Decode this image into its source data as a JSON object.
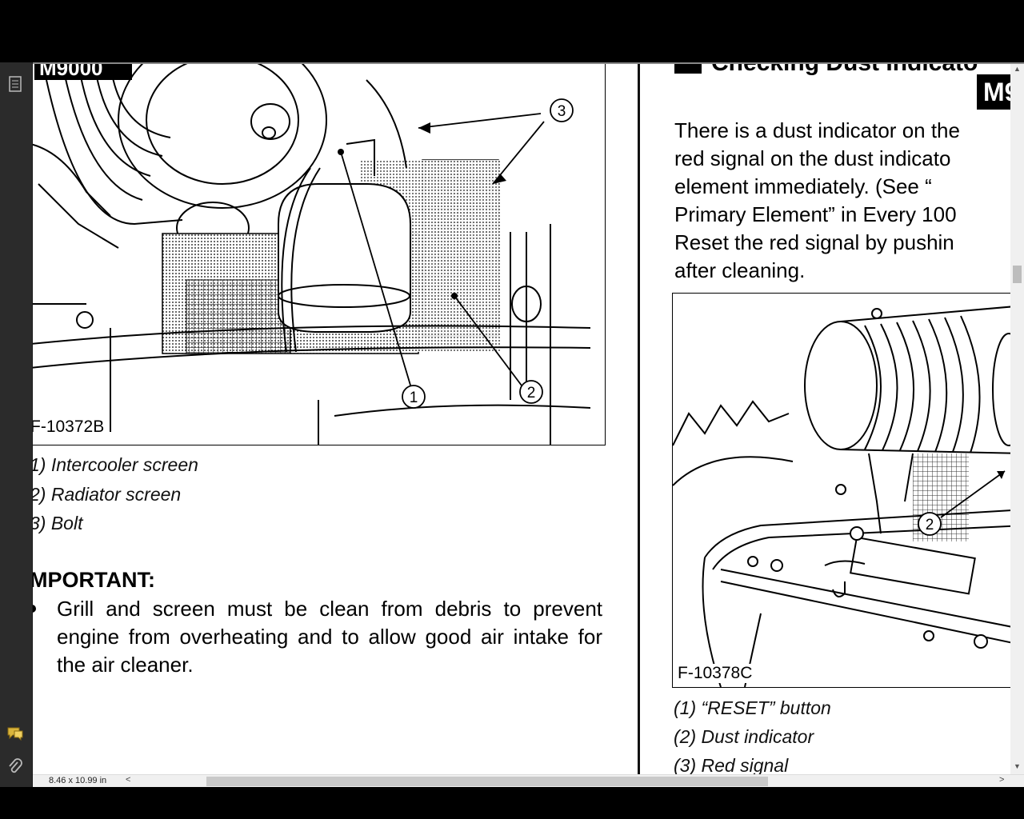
{
  "viewer": {
    "page_size": "8.46 x 10.99 in",
    "sidebar_icons": [
      "pages-icon",
      "comments-icon",
      "attachments-icon"
    ]
  },
  "left": {
    "model_tag": "M9000",
    "figure_label": "F-10372B",
    "callouts": [
      "1",
      "2",
      "3"
    ],
    "captions": [
      "1) Intercooler screen",
      "2)  Radiator screen",
      "3) Bolt"
    ],
    "important_heading": "MPORTANT:",
    "bullet": "Grill and screen must be clean from debris to prevent engine from overheating and to allow good air intake for the air cleaner."
  },
  "right": {
    "title": "Checking Dust Indicato",
    "badge": "M9",
    "paragraph_lines": [
      "There is a dust indicator on the",
      "red signal on the dust indicato",
      "element  immediately.  (See  “",
      "Primary Element” in Every 100",
      "Reset the red signal by pushin",
      "after cleaning."
    ],
    "figure_label": "F-10378C",
    "callouts": [
      "2"
    ],
    "captions": [
      "(1) “RESET” button",
      "(2) Dust indicator",
      "(3) Red signal"
    ]
  },
  "colors": {
    "page": "#ffffff",
    "chrome": "#2b2b2b",
    "ink": "#000000"
  }
}
